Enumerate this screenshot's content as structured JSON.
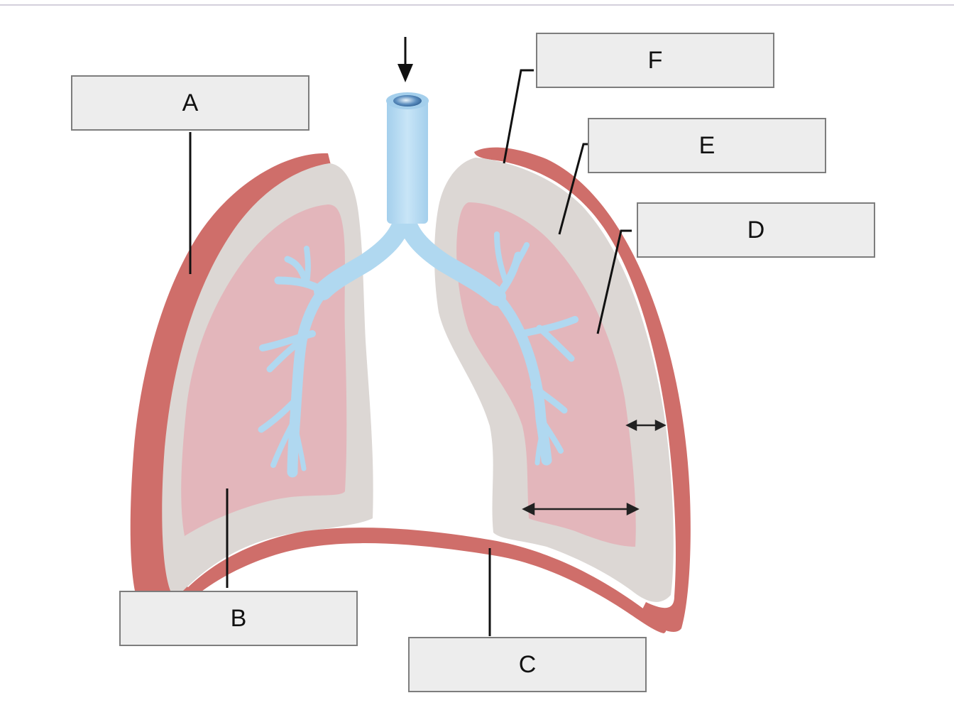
{
  "colors": {
    "pleura_wall": "#cf6e6a",
    "pleural_cavity": "#dcd7d4",
    "lung_tissue": "#e3b6bb",
    "airway": "#b0d8f0",
    "leader_line": "#111111",
    "label_box_fill": "#ededed",
    "label_box_border": "#7d7d7d"
  },
  "labels": {
    "a": "A",
    "b": "B",
    "c": "C",
    "d": "D",
    "e": "E",
    "f": "F"
  }
}
